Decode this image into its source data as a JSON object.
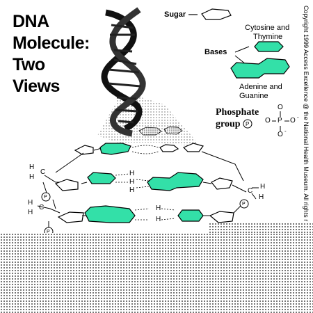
{
  "title": {
    "line1": "DNA",
    "line2": "Molecule:",
    "line3": "Two",
    "line4": "Views"
  },
  "legend": {
    "sugar": "Sugar",
    "bases": "Bases",
    "cytosine_thymine": [
      "Cytosine and",
      "Thymine"
    ],
    "adenine_guanine": [
      "Adenine and",
      "Guanine"
    ],
    "phosphate": [
      "Phosphate",
      "group"
    ],
    "phosphate_symbol": "P",
    "phosphate_formula": {
      "o_top": "O",
      "o_left": "O",
      "p": "P",
      "o_right": "O",
      "o_bottom": "O",
      "minus": "-"
    }
  },
  "ladder_labels": {
    "h": "H",
    "c": "C",
    "p": "P"
  },
  "copyright": "Copyright 1999 Access Excellence @ the National Health Museum. All rights r",
  "colors": {
    "base_fill": "#33e0a8",
    "outline": "#000000",
    "helix_dark": "#1a1a1a",
    "background": "#ffffff"
  }
}
